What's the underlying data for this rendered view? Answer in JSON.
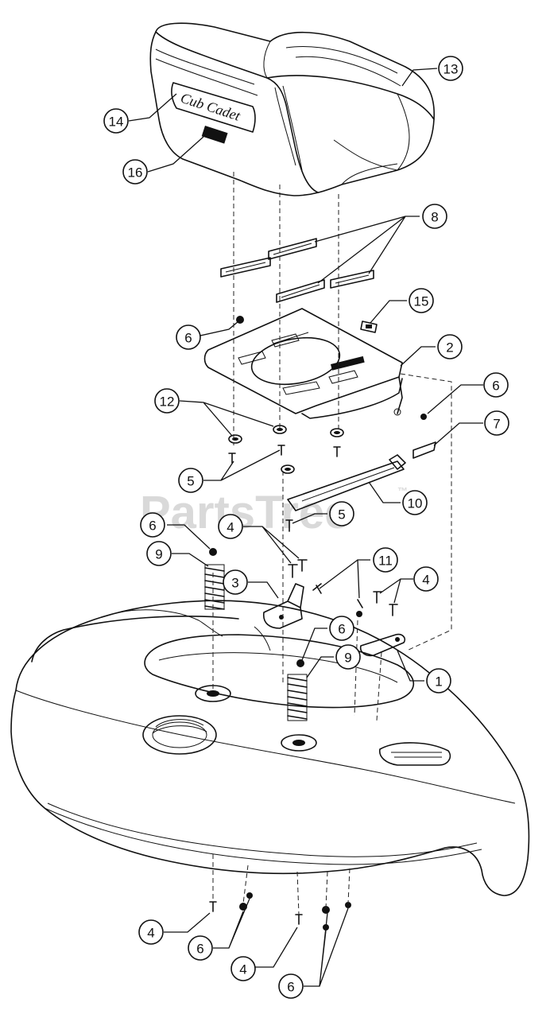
{
  "watermark": {
    "brand": "PartsTree",
    "trademark": "™"
  },
  "seat_branding": {
    "logo": "Cub Cadet",
    "badge_text": "Cub Cadet",
    "note": "logo lettering reproduced as picture"
  },
  "callouts": [
    {
      "id": "c13",
      "number": "13"
    },
    {
      "id": "c14",
      "number": "14"
    },
    {
      "id": "c16",
      "number": "16"
    },
    {
      "id": "c8",
      "number": "8"
    },
    {
      "id": "c15",
      "number": "15"
    },
    {
      "id": "c6a",
      "number": "6"
    },
    {
      "id": "c2",
      "number": "2"
    },
    {
      "id": "c6b",
      "number": "6"
    },
    {
      "id": "c12",
      "number": "12"
    },
    {
      "id": "c7",
      "number": "7"
    },
    {
      "id": "c5a",
      "number": "5"
    },
    {
      "id": "c10",
      "number": "10"
    },
    {
      "id": "c5b",
      "number": "5"
    },
    {
      "id": "c6c",
      "number": "6"
    },
    {
      "id": "c4a",
      "number": "4"
    },
    {
      "id": "c9a",
      "number": "9"
    },
    {
      "id": "c11",
      "number": "11"
    },
    {
      "id": "c4b",
      "number": "4"
    },
    {
      "id": "c3",
      "number": "3"
    },
    {
      "id": "c6d",
      "number": "6"
    },
    {
      "id": "c9b",
      "number": "9"
    },
    {
      "id": "c1",
      "number": "1"
    },
    {
      "id": "c4c",
      "number": "4"
    },
    {
      "id": "c6e",
      "number": "6"
    },
    {
      "id": "c4d",
      "number": "4"
    },
    {
      "id": "c6f",
      "number": "6"
    }
  ]
}
